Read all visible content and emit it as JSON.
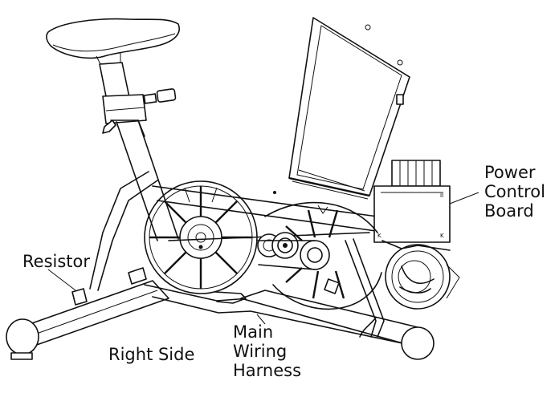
{
  "labels": {
    "power_control_board": [
      "Power",
      "Control",
      "Board"
    ],
    "resistor": "Resistor",
    "right_side": "Right Side",
    "main_wiring_harness": [
      "Main",
      "Wiring",
      "Harness"
    ]
  },
  "colors": {
    "line": "#111111",
    "background": "#ffffff"
  }
}
